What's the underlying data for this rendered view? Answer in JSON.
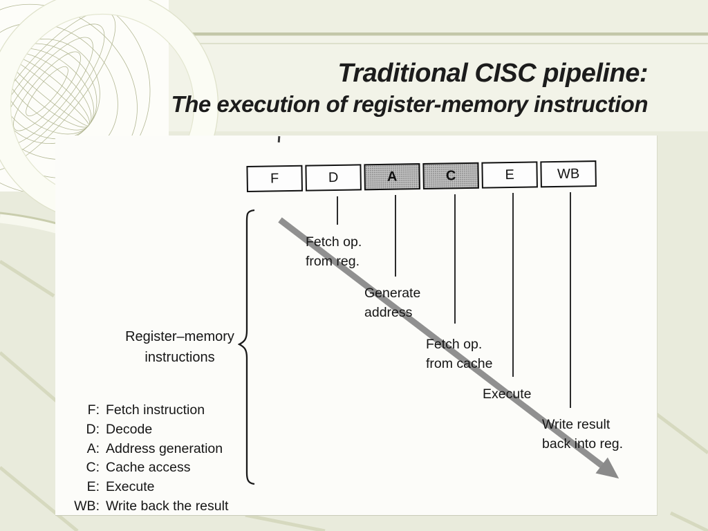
{
  "slide": {
    "title_line1": "Traditional CISC pipeline:",
    "title_line2": "The execution of register-memory instruction"
  },
  "pipeline": {
    "stages": [
      {
        "label": "F",
        "shaded": false
      },
      {
        "label": "D",
        "shaded": false
      },
      {
        "label": "A",
        "shaded": true
      },
      {
        "label": "C",
        "shaded": true
      },
      {
        "label": "E",
        "shaded": false
      },
      {
        "label": "WB",
        "shaded": false
      }
    ],
    "annotations": [
      {
        "lines": [
          "Fetch op.",
          "from reg."
        ]
      },
      {
        "lines": [
          "Generate",
          "address"
        ]
      },
      {
        "lines": [
          "Fetch op.",
          "from cache"
        ]
      },
      {
        "lines": [
          "Execute"
        ]
      },
      {
        "lines": [
          "Write result",
          "back into reg."
        ]
      }
    ],
    "group_label": {
      "line1": "Register–memory",
      "line2": "instructions"
    },
    "legend": [
      {
        "key": "F:",
        "desc": "Fetch instruction"
      },
      {
        "key": "D:",
        "desc": "Decode"
      },
      {
        "key": "A:",
        "desc": "Address generation"
      },
      {
        "key": "C:",
        "desc": "Cache access"
      },
      {
        "key": "E:",
        "desc": "Execute"
      },
      {
        "key": "WB:",
        "desc": "Write back the result"
      }
    ]
  },
  "colors": {
    "slide_bg": "#e9ebdc",
    "title_band": "#f2f3e8",
    "accent_line": "#c3c7a9",
    "shaded_stage": "#c2c2c2",
    "arrow": "#909090",
    "ink": "#151515",
    "mesh": "#a6ab82"
  }
}
